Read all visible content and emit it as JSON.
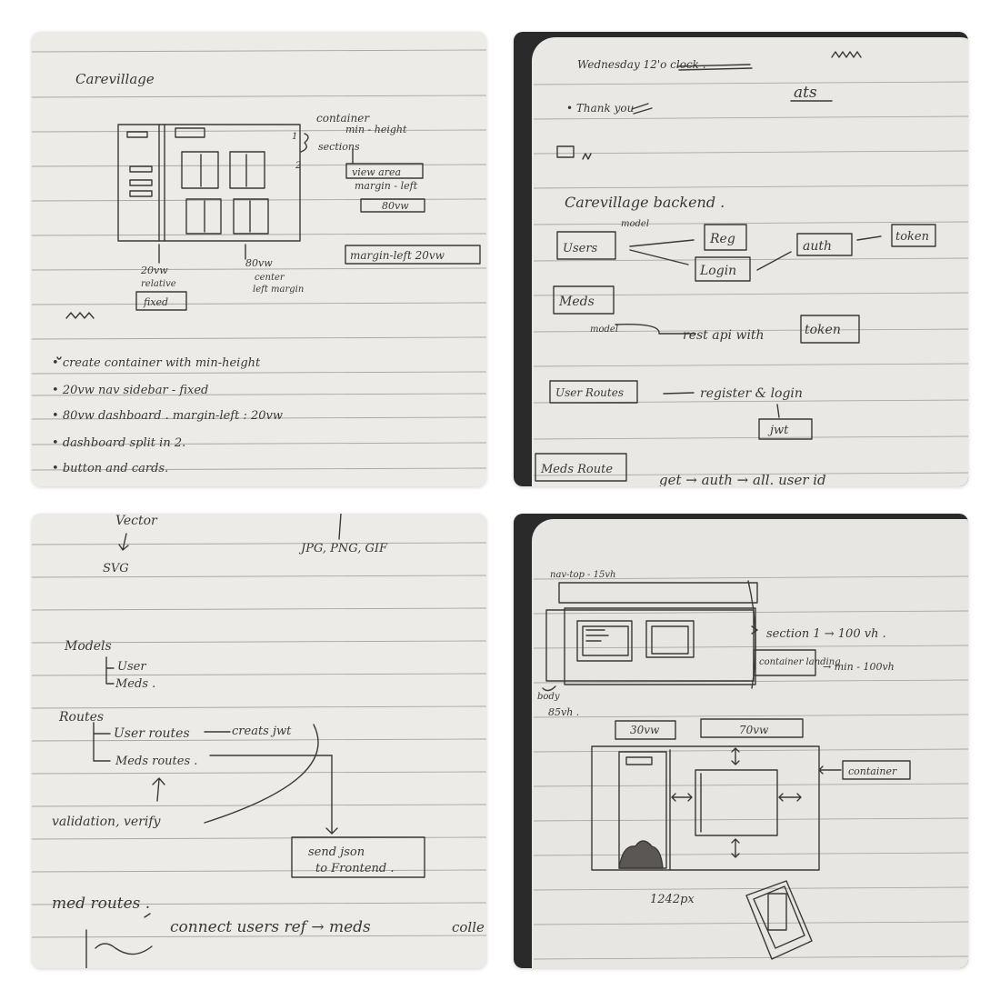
{
  "tile1": {
    "title": "Carevillage",
    "label_container": "container",
    "label_min_height": "min - height",
    "label_sections": "sections",
    "label_1": "1",
    "label_2": "2",
    "label_view_area": "view area",
    "label_margin_left": "margin - left",
    "label_80vw_box": "80vw",
    "label_20vw": "20vw",
    "label_relative": "relative",
    "label_fixed": "fixed",
    "label_80vw": "80vw",
    "label_center": "center",
    "label_left_margin": "left margin",
    "label_margin_left_20vw": "margin-left 20vw",
    "bullets": [
      "create container with min-height",
      "20vw nav sidebar - fixed",
      "80vw dashboard . margin-left : 20vw",
      "dashboard split in 2.",
      "button and cards."
    ]
  },
  "tile2": {
    "date": "Wednesday 12'o clock .",
    "thank_you": "Thank you",
    "ats": "ats",
    "heading": "Carevillage backend .",
    "model_label": "model",
    "users": "Users",
    "reg": "Reg",
    "login": "Login",
    "auth": "auth",
    "token": "token",
    "meds": "Meds",
    "model_label2": "model",
    "rest_api": "rest api with",
    "token2": "token",
    "user_routes": "User Routes",
    "register_login": "register & login",
    "jwt": "jwt",
    "meds_route": "Meds Route",
    "meds_route_tail": "get → auth → all. user id"
  },
  "tile3": {
    "vector": "Vector",
    "svg": "SVG",
    "raster_formats": "JPG, PNG, GIF",
    "models": "Models",
    "model_user": "User",
    "model_meds": "Meds .",
    "routes": "Routes",
    "user_routes": "User routes",
    "creates_jwt": "creats jwt",
    "meds_routes": "Meds routes .",
    "validation": "validation, verify",
    "send_json": "send json",
    "to_frontend": "to Frontend .",
    "med_routes": "med routes .",
    "connect": "connect users ref → meds",
    "connect_tail": "colle"
  },
  "tile4": {
    "navtop": "nav-top - 15vh",
    "section1": "section 1 → 100 vh .",
    "container_landing": "container landing",
    "min_100vh": "→ min - 100vh",
    "body": "body",
    "body_85vh": "85vh .",
    "w30": "30vw",
    "w70": "70vw",
    "container": "container",
    "px": "1242px"
  },
  "colors": {
    "paper": "#ecebe8",
    "ink": "#3b3936",
    "rule": "#a9a7a3",
    "binding": "#2b2a2a"
  }
}
